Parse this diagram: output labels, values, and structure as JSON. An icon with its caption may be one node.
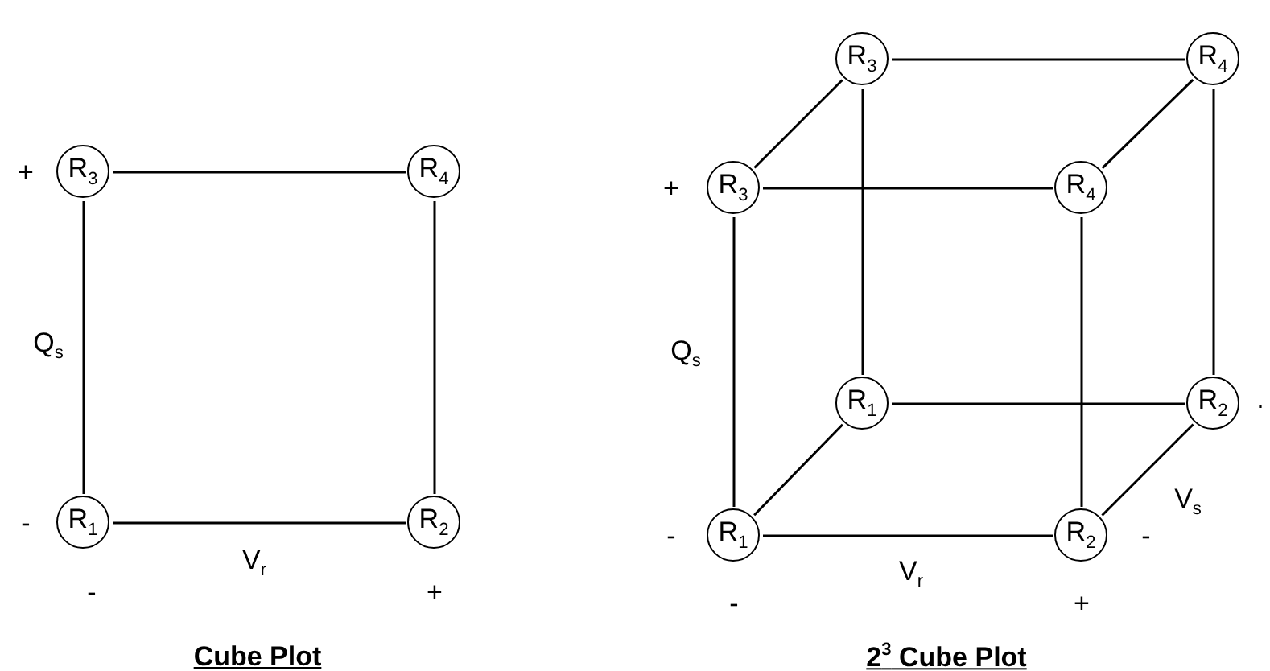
{
  "diagram": {
    "nodes": [
      {
        "text": [
          "R$_{3}$"
        ]
      },
      {
        "text": [
          "R$_{4}$"
        ]
      },
      {
        "text": [
          "R$_{1}$"
        ]
      },
      {
        "text": [
          "R$_{2}$"
        ]
      },
      {
        "text": [
          "R$_{3}$"
        ]
      },
      {
        "text": [
          "R$_{4}$"
        ]
      },
      {
        "text": [
          "R$_{3}$"
        ]
      },
      {
        "text": [
          "R$_{4}$"
        ]
      },
      {
        "text": [
          "R$_{1}$"
        ]
      },
      {
        "text": [
          "R$_{2}$"
        ]
      },
      {
        "text": [
          "R$_{1}$"
        ]
      },
      {
        "text": [
          "R$_{2}$"
        ]
      }
    ],
    "edges": [
      {
        "from": 0,
        "to": 1,
        "arrow": "none"
      },
      {
        "from": 0,
        "to": 2,
        "arrow": "none"
      },
      {
        "from": 1,
        "to": 3,
        "arrow": "none"
      },
      {
        "from": 2,
        "to": 3,
        "arrow": "none"
      },
      {
        "from": 4,
        "to": 5,
        "arrow": "none"
      },
      {
        "from": 4,
        "to": 8,
        "arrow": "none"
      },
      {
        "from": 5,
        "to": 9,
        "arrow": "none"
      },
      {
        "from": 8,
        "to": 9,
        "arrow": "none"
      },
      {
        "from": 6,
        "to": 7,
        "arrow": "none"
      },
      {
        "from": 6,
        "to": 10,
        "arrow": "none"
      },
      {
        "from": 7,
        "to": 11,
        "arrow": "none"
      },
      {
        "from": 10,
        "to": 11,
        "arrow": "none"
      },
      {
        "from": 6,
        "to": 4,
        "arrow": "none"
      },
      {
        "from": 7,
        "to": 5,
        "arrow": "none"
      },
      {
        "from": 10,
        "to": 8,
        "arrow": "none"
      },
      {
        "from": 11,
        "to": 9,
        "arrow": "none"
      }
    ],
    "labels": [
      "+",
      "Q$_{s}$",
      "-",
      "V$_{r}$",
      "-",
      "+",
      "Cube Plot",
      "+",
      "Q$_{s}$",
      ".",
      "V$_{s}$",
      "-",
      "-",
      "V$_{r}$",
      "-",
      "+",
      "2$^{3}$ Cube Plot"
    ]
  }
}
